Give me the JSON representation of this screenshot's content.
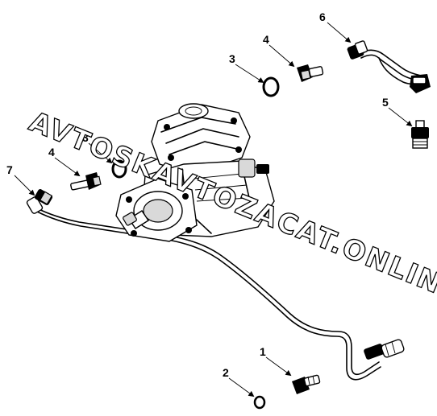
{
  "callouts": [
    {
      "id": "1",
      "label": "1"
    },
    {
      "id": "2",
      "label": "2"
    },
    {
      "id": "3a",
      "label": "3"
    },
    {
      "id": "3b",
      "label": "3"
    },
    {
      "id": "4a",
      "label": "4"
    },
    {
      "id": "4b",
      "label": "4"
    },
    {
      "id": "5",
      "label": "5"
    },
    {
      "id": "6",
      "label": "6"
    },
    {
      "id": "7",
      "label": "7"
    }
  ],
  "watermark": {
    "line1": "AVTOSKAVTOZACAT.ONLINE"
  }
}
